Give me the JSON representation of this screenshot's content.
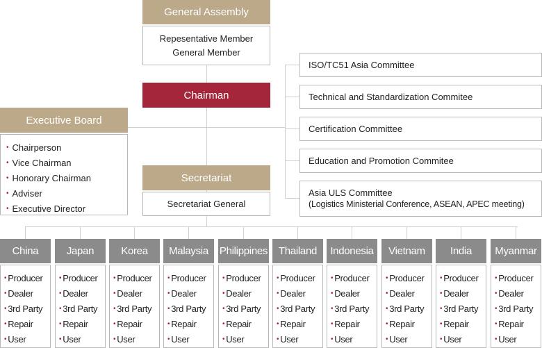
{
  "general_assembly": {
    "title": "General Assembly",
    "members": [
      "Repesentative Member",
      "General Member"
    ]
  },
  "chairman": {
    "title": "Chairman"
  },
  "executive_board": {
    "title": "Executive Board",
    "items": [
      "Chairperson",
      "Vice Chairman",
      "Honorary Chairman",
      "Adviser",
      "Executive Director"
    ]
  },
  "secretariat": {
    "title": "Secretariat",
    "general": "Secretariat General"
  },
  "committees": [
    {
      "line1": "ISO/TC51 Asia Committee",
      "line2": ""
    },
    {
      "line1": "Technical and Standardization Commitee",
      "line2": ""
    },
    {
      "line1": "Certification Committee",
      "line2": ""
    },
    {
      "line1": "Education and Promotion Commitee",
      "line2": ""
    },
    {
      "line1": "Asia ULS Committee",
      "line2": "(Logistics Ministerial Conference, ASEAN, APEC meeting)"
    }
  ],
  "countries": [
    {
      "name": "China"
    },
    {
      "name": "Japan"
    },
    {
      "name": "Korea"
    },
    {
      "name": "Malaysia"
    },
    {
      "name": "Philippines"
    },
    {
      "name": "Thailand"
    },
    {
      "name": "Indonesia"
    },
    {
      "name": "Vietnam"
    },
    {
      "name": "India"
    },
    {
      "name": "Myanmar"
    }
  ],
  "member_roles": [
    "Producer",
    "Dealer",
    "3rd Party",
    "Repair",
    "User"
  ],
  "colors": {
    "tan": "#bba98a",
    "red": "#a4263a",
    "gray": "#8b8b8b",
    "bullet": "#a4263a"
  }
}
